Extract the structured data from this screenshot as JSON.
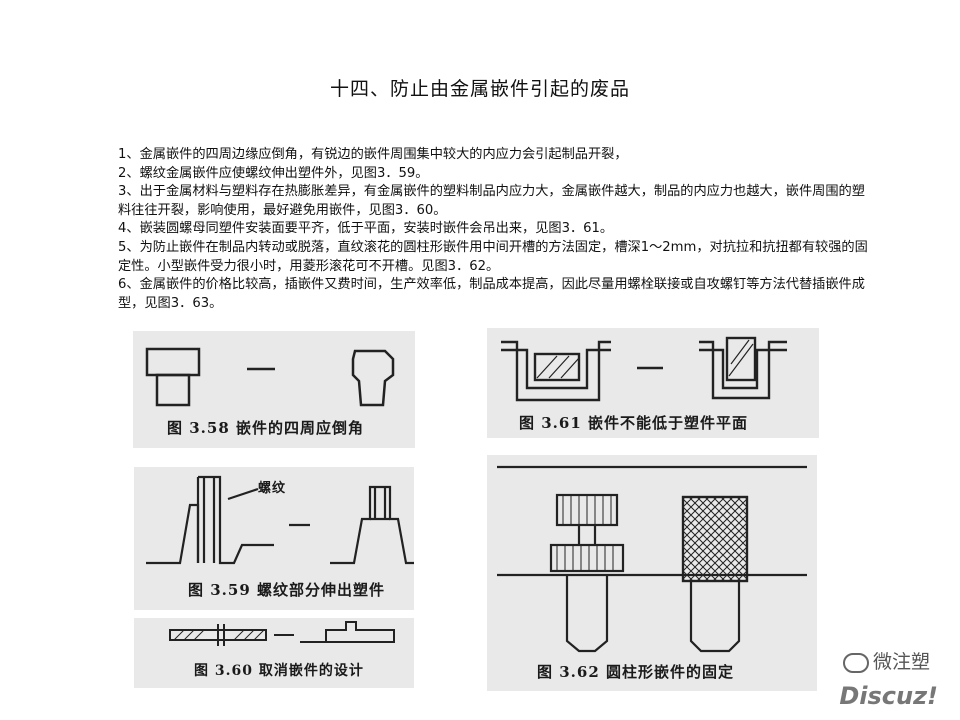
{
  "title": "十四、防止由金属嵌件引起的废品",
  "paragraphs": [
    "1、金属嵌件的四周边缘应倒角，有锐边的嵌件周围集中较大的内应力会引起制品开裂，",
    "2、螺纹金属嵌件应使螺纹伸出塑件外，见图3．59。",
    "3、出于金属材料与塑料存在热膨胀差异，有金属嵌件的塑料制品内应力大，金属嵌件越大，制品的内应力也越大，嵌件周围的塑料往往开裂，影响使用，最好避免用嵌件，见图3．60。",
    "4、嵌装圆螺母同塑件安装面要平齐，低于平面，安装时嵌件会吊出来，见图3．61。",
    "5、为防止嵌件在制品内转动或脱落，直纹滚花的圆柱形嵌件用中间开槽的方法固定，槽深1～2mm，对抗拉和抗扭都有较强的固定性。小型嵌件受力很小时，用菱形滚花可不开槽。见图3．62。",
    "6、金属嵌件的价格比较高，插嵌件又费时间，生产效率低，制品成本提高，因此尽量用螺栓联接或自攻螺钉等方法代替插嵌件成型，见图3．63。"
  ],
  "figures": {
    "fig358": {
      "caption": "图 3.58   嵌件的四周应倒角"
    },
    "fig359": {
      "caption": "图 3.59   螺纹部分伸出塑件",
      "label": "螺纹"
    },
    "fig360": {
      "caption": "图 3.60   取消嵌件的设计"
    },
    "fig361": {
      "caption": "图 3.61   嵌件不能低于塑件平面"
    },
    "fig362": {
      "caption": "图 3.62   圆柱形嵌件的固定"
    }
  },
  "watermark": {
    "top": "微注塑",
    "bottom": "Discuz!"
  }
}
